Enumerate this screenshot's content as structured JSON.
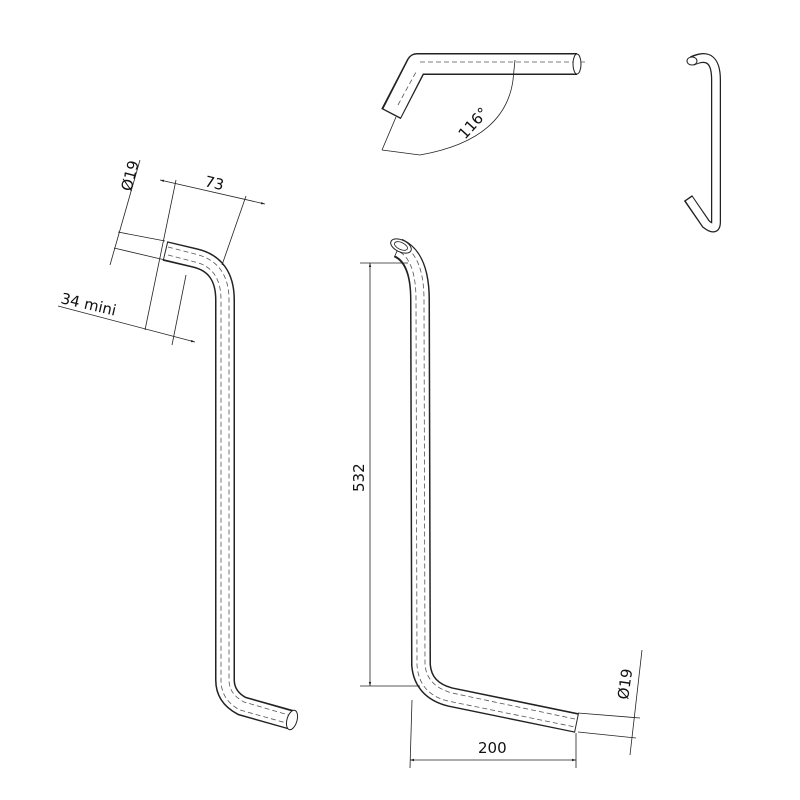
{
  "drawing": {
    "labels": {
      "diameter_top": "Ø19",
      "width_73": "73",
      "min_34": "34 mini",
      "angle": "116°",
      "height_532": "532",
      "length_200": "200",
      "diameter_bottom": "Ø19"
    }
  }
}
